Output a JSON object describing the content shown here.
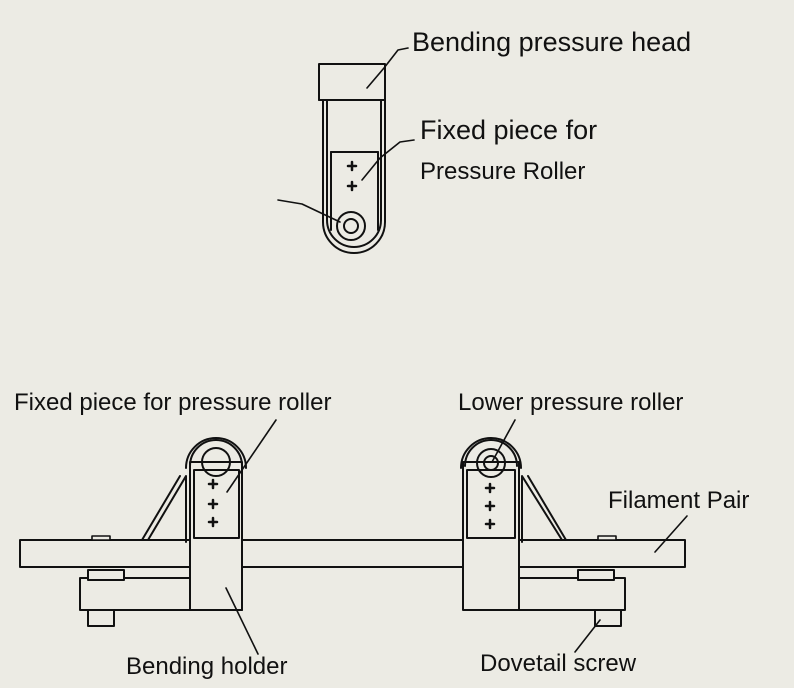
{
  "labels": {
    "bending_pressure_head": "Bending pressure head",
    "fixed_piece_line1": "Fixed piece for",
    "fixed_piece_line2": "Pressure Roller",
    "fixed_piece_lower": "Fixed piece for pressure roller",
    "lower_pressure_roller": "Lower pressure roller",
    "filament_pair": "Filament Pair",
    "bending_holder": "Bending holder",
    "dovetail_screw": "Dovetail screw"
  },
  "colors": {
    "background": "#ecebe4",
    "line": "#111111"
  }
}
